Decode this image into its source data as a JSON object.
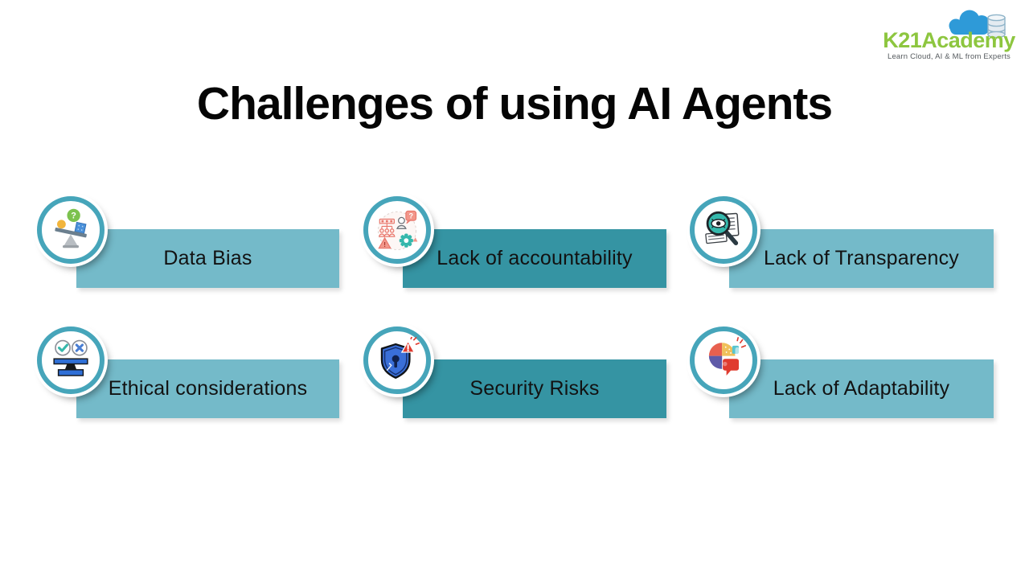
{
  "logo": {
    "name": "K21Academy",
    "tagline": "Learn Cloud, AI & ML from Experts",
    "name_color": "#8dc63f",
    "cloud_color": "#2e9ad8"
  },
  "title": "Challenges of using AI Agents",
  "challenges": [
    {
      "label": "Data Bias",
      "icon": "balance-scale-icon",
      "tone": "light",
      "row": 1,
      "col": 1
    },
    {
      "label": "Lack of accountability",
      "icon": "accountability-icon",
      "tone": "dark",
      "row": 1,
      "col": 2
    },
    {
      "label": "Lack of Transparency",
      "icon": "magnifier-eye-icon",
      "tone": "light",
      "row": 1,
      "col": 3
    },
    {
      "label": "Ethical considerations",
      "icon": "ethics-balance-icon",
      "tone": "light",
      "row": 2,
      "col": 1
    },
    {
      "label": "Security Risks",
      "icon": "shield-warning-icon",
      "tone": "dark",
      "row": 2,
      "col": 2
    },
    {
      "label": "Lack of Adaptability",
      "icon": "puzzle-brain-icon",
      "tone": "light",
      "row": 2,
      "col": 3
    }
  ],
  "colors": {
    "bar_light": "#74bac9",
    "bar_dark": "#3594a3",
    "badge_ring": "#46a5ba",
    "title_text": "#050505",
    "bar_text": "#121212"
  }
}
